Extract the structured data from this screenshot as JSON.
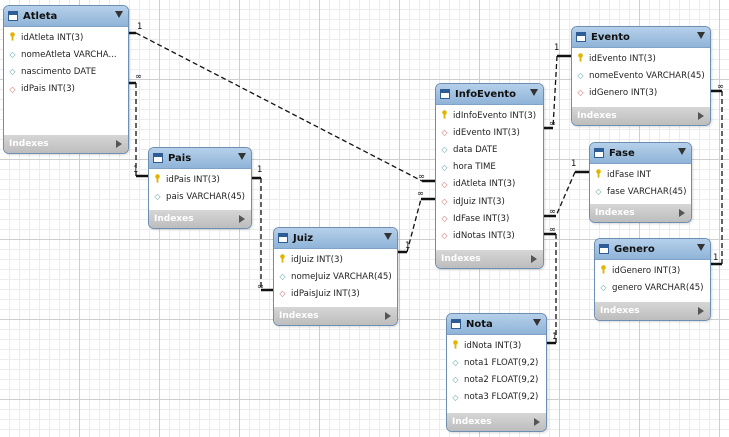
{
  "tables": [
    {
      "id": "atleta",
      "name": "Atleta",
      "columns": [
        {
          "kind": "key",
          "text": "idAtleta INT(3)"
        },
        {
          "kind": "attr",
          "text": "nomeAtleta VARCHA..."
        },
        {
          "kind": "attr",
          "text": "nascimento DATE"
        },
        {
          "kind": "fk",
          "text": "idPais INT(3)"
        }
      ],
      "footer": "Indexes"
    },
    {
      "id": "pais",
      "name": "Pais",
      "columns": [
        {
          "kind": "key",
          "text": "idPais INT(3)"
        },
        {
          "kind": "attr",
          "text": "pais VARCHAR(45)"
        }
      ],
      "footer": "Indexes"
    },
    {
      "id": "juiz",
      "name": "Juiz",
      "columns": [
        {
          "kind": "key",
          "text": "idJuiz INT(3)"
        },
        {
          "kind": "attr",
          "text": "nomeJuiz VARCHAR(45)"
        },
        {
          "kind": "fk",
          "text": "idPaisJuiz INT(3)"
        }
      ],
      "footer": "Indexes"
    },
    {
      "id": "infoevento",
      "name": "InfoEvento",
      "columns": [
        {
          "kind": "key",
          "text": "idInfoEvento INT(3)"
        },
        {
          "kind": "fk",
          "text": "idEvento INT(3)"
        },
        {
          "kind": "attr",
          "text": "data DATE"
        },
        {
          "kind": "attr",
          "text": "hora TIME"
        },
        {
          "kind": "fk",
          "text": "idAtleta INT(3)"
        },
        {
          "kind": "fk",
          "text": "idJuiz INT(3)"
        },
        {
          "kind": "fk",
          "text": "IdFase INT(3)"
        },
        {
          "kind": "fk",
          "text": "idNotas INT(3)"
        }
      ],
      "footer": "Indexes"
    },
    {
      "id": "evento",
      "name": "Evento",
      "columns": [
        {
          "kind": "key",
          "text": "idEvento INT(3)"
        },
        {
          "kind": "attr",
          "text": "nomeEvento VARCHAR(45)"
        },
        {
          "kind": "fk",
          "text": "idGenero INT(3)"
        }
      ],
      "footer": "Indexes"
    },
    {
      "id": "fase",
      "name": "Fase",
      "columns": [
        {
          "kind": "key",
          "text": "idFase INT"
        },
        {
          "kind": "attr",
          "text": "fase VARCHAR(45)"
        }
      ],
      "footer": "Indexes"
    },
    {
      "id": "genero",
      "name": "Genero",
      "columns": [
        {
          "kind": "key",
          "text": "idGenero INT(3)"
        },
        {
          "kind": "attr",
          "text": "genero VARCHAR(45)"
        }
      ],
      "footer": "Indexes"
    },
    {
      "id": "nota",
      "name": "Nota",
      "columns": [
        {
          "kind": "key",
          "text": "idNota INT(3)"
        },
        {
          "kind": "attr",
          "text": "nota1 FLOAT(9,2)"
        },
        {
          "kind": "attr",
          "text": "nota2 FLOAT(9,2)"
        },
        {
          "kind": "attr",
          "text": "nota3 FLOAT(9,2)"
        }
      ],
      "footer": "Indexes"
    }
  ],
  "relations": [
    {
      "from": "atleta",
      "to": "infoevento",
      "one": "1",
      "many": "∞"
    },
    {
      "from": "pais",
      "to": "atleta",
      "one": "1",
      "many": "∞"
    },
    {
      "from": "pais",
      "to": "juiz",
      "one": "1",
      "many": "∞"
    },
    {
      "from": "juiz",
      "to": "infoevento",
      "one": "1",
      "many": "∞"
    },
    {
      "from": "evento",
      "to": "infoevento",
      "one": "1",
      "many": "∞"
    },
    {
      "from": "fase",
      "to": "infoevento",
      "one": "1",
      "many": "∞"
    },
    {
      "from": "nota",
      "to": "infoevento",
      "one": "1",
      "many": "∞"
    },
    {
      "from": "genero",
      "to": "evento",
      "one": "1",
      "many": "∞"
    }
  ],
  "colors": {
    "header": "#9dbfe0",
    "border": "#6d8fb3",
    "footer": "#c4c4c4",
    "line": "#111111"
  }
}
